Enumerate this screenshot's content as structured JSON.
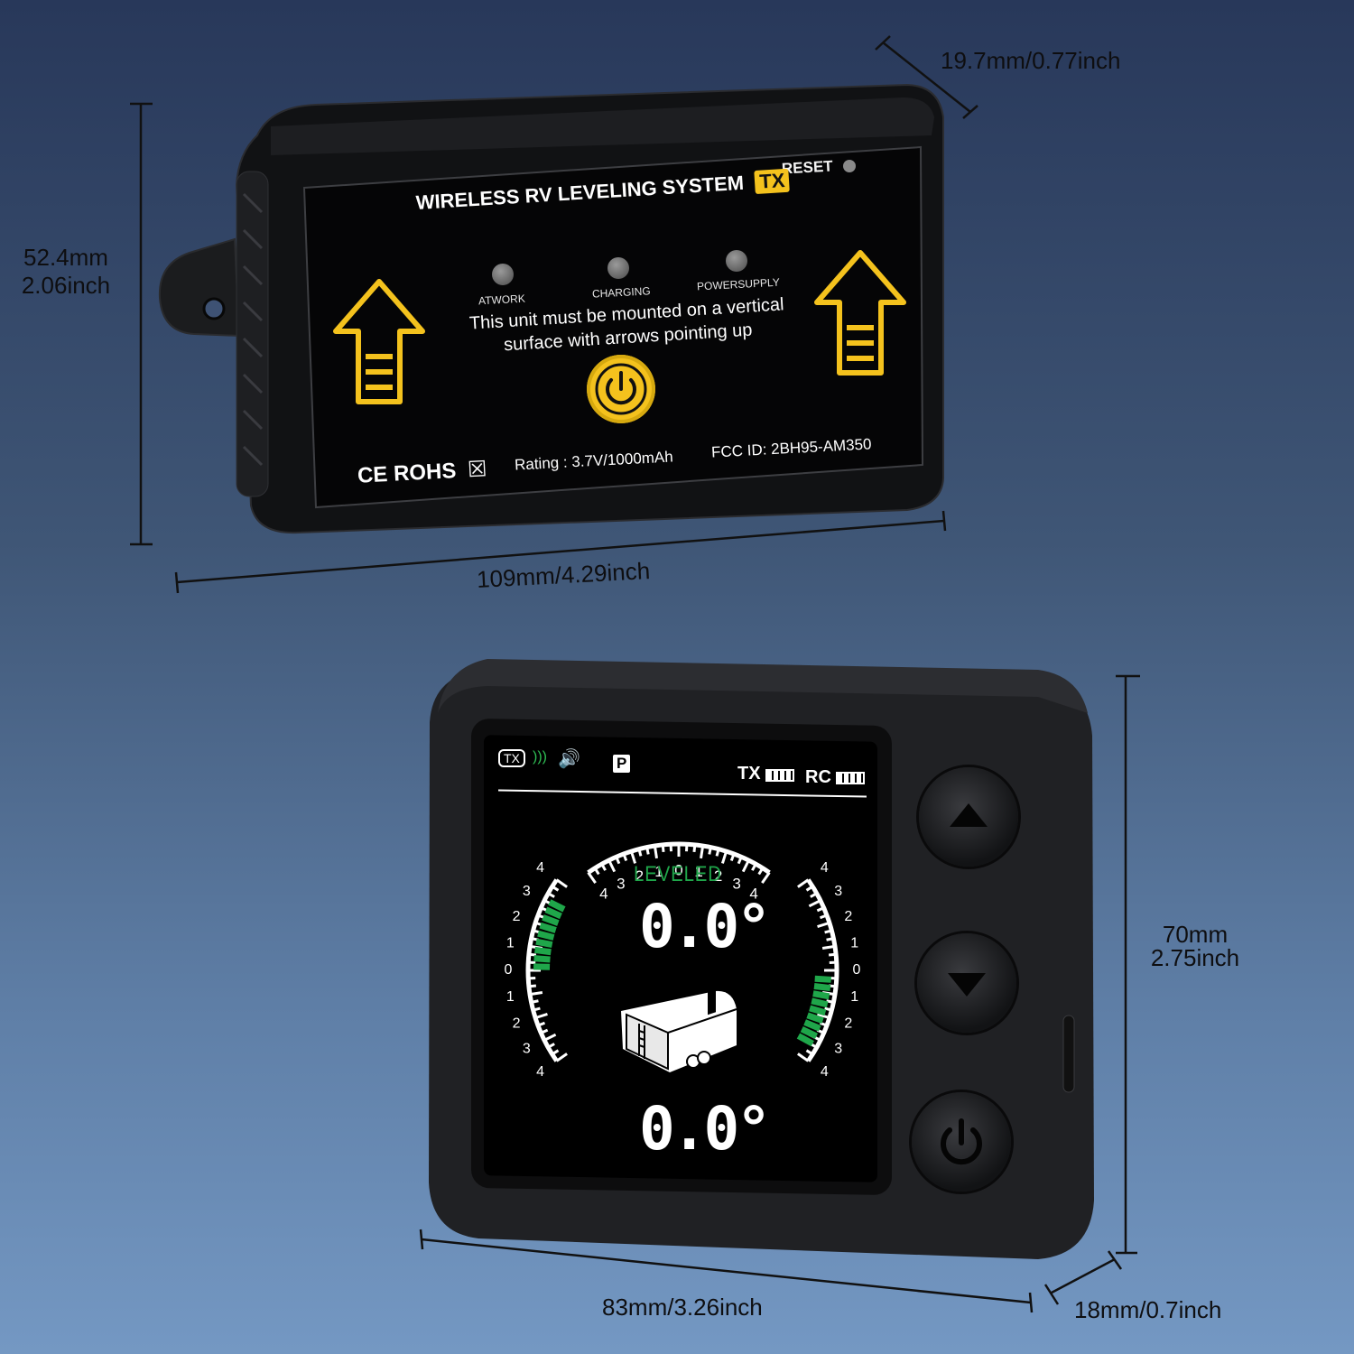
{
  "colors": {
    "accent_yellow": "#f4c21d",
    "leveled_green": "#1fa64a",
    "screen_white": "#ffffff"
  },
  "dimensions": {
    "tx_depth": "19.7mm/0.77inch",
    "tx_height_mm": "52.4mm",
    "tx_height_in": "2.06inch",
    "tx_width": "109mm/4.29inch",
    "rc_height_mm": "70mm",
    "rc_height_in": "2.75inch",
    "rc_width": "83mm/3.26inch",
    "rc_depth": "18mm/0.7inch"
  },
  "tx_unit": {
    "reset_label": "RESET",
    "title": "WIRELESS RV LEVELING SYSTEM",
    "badge": "TX",
    "indicators": [
      "ATWORK",
      "CHARGING",
      "POWERSUPPLY"
    ],
    "instruction_line1": "This unit must be mounted on a vertical",
    "instruction_line2": "surface with arrows pointing up",
    "power_icon": "power-icon",
    "cert": "CE ROHS",
    "rating": "Rating : 3.7V/1000mAh",
    "fcc": "FCC ID: 2BH95-AM350"
  },
  "remote": {
    "status_bar": {
      "tx_badge": "TX",
      "parking": "P",
      "tx_battery_label": "TX",
      "rc_battery_label": "RC"
    },
    "status_text": "LEVELED",
    "pitch_value": "0.0°",
    "roll_value": "0.0°",
    "top_scale_ticks": [
      "4",
      "3",
      "2",
      "1",
      "0",
      "1",
      "2",
      "3",
      "4"
    ],
    "side_scale_ticks": [
      "4",
      "3",
      "2",
      "1",
      "0",
      "1",
      "2",
      "3",
      "4"
    ],
    "buttons": [
      "up-arrow-icon",
      "down-arrow-icon",
      "power-icon"
    ]
  }
}
